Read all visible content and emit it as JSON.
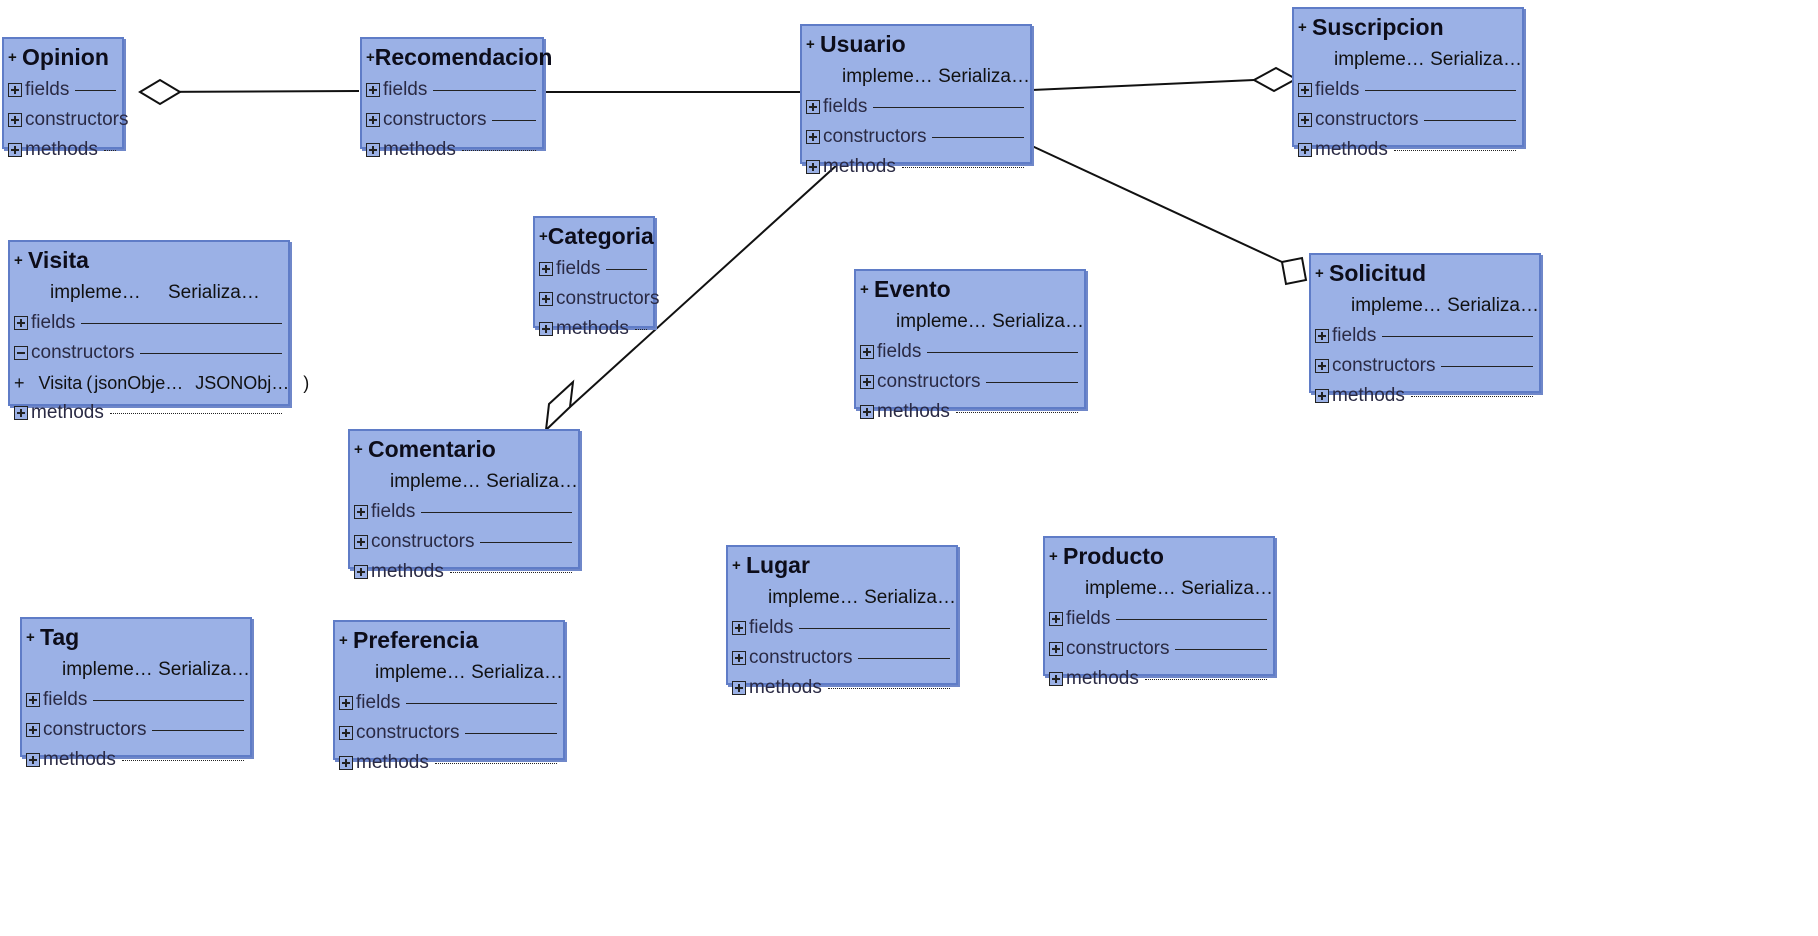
{
  "sections": {
    "fields": "fields",
    "constructors": "constructors",
    "methods": "methods"
  },
  "implements": {
    "keyword": "impleme…",
    "interface": "Serializa…"
  },
  "visibility": "+",
  "classes": {
    "opinion": {
      "name": "Opinion"
    },
    "recomendacion": {
      "name": "Recomendacion"
    },
    "usuario": {
      "name": "Usuario"
    },
    "suscripcion": {
      "name": "Suscripcion"
    },
    "visita": {
      "name": "Visita",
      "constructor": {
        "vis": "+",
        "name": "Visita",
        "open": "(",
        "param": "jsonObje…",
        "type": "JSONObj…",
        "close": ")"
      }
    },
    "categoria": {
      "name": "Categoria"
    },
    "evento": {
      "name": "Evento"
    },
    "solicitud": {
      "name": "Solicitud"
    },
    "comentario": {
      "name": "Comentario"
    },
    "lugar": {
      "name": "Lugar"
    },
    "producto": {
      "name": "Producto"
    },
    "tag": {
      "name": "Tag"
    },
    "preferencia": {
      "name": "Preferencia"
    }
  },
  "relations": [
    {
      "from": "opinion",
      "to": "recomendacion",
      "kind": "aggregation"
    },
    {
      "from": "recomendacion",
      "to": "usuario",
      "kind": "association"
    },
    {
      "from": "usuario",
      "to": "suscripcion",
      "kind": "aggregation"
    },
    {
      "from": "usuario",
      "to": "comentario",
      "kind": "aggregation"
    },
    {
      "from": "usuario",
      "to": "solicitud",
      "kind": "aggregation"
    }
  ]
}
